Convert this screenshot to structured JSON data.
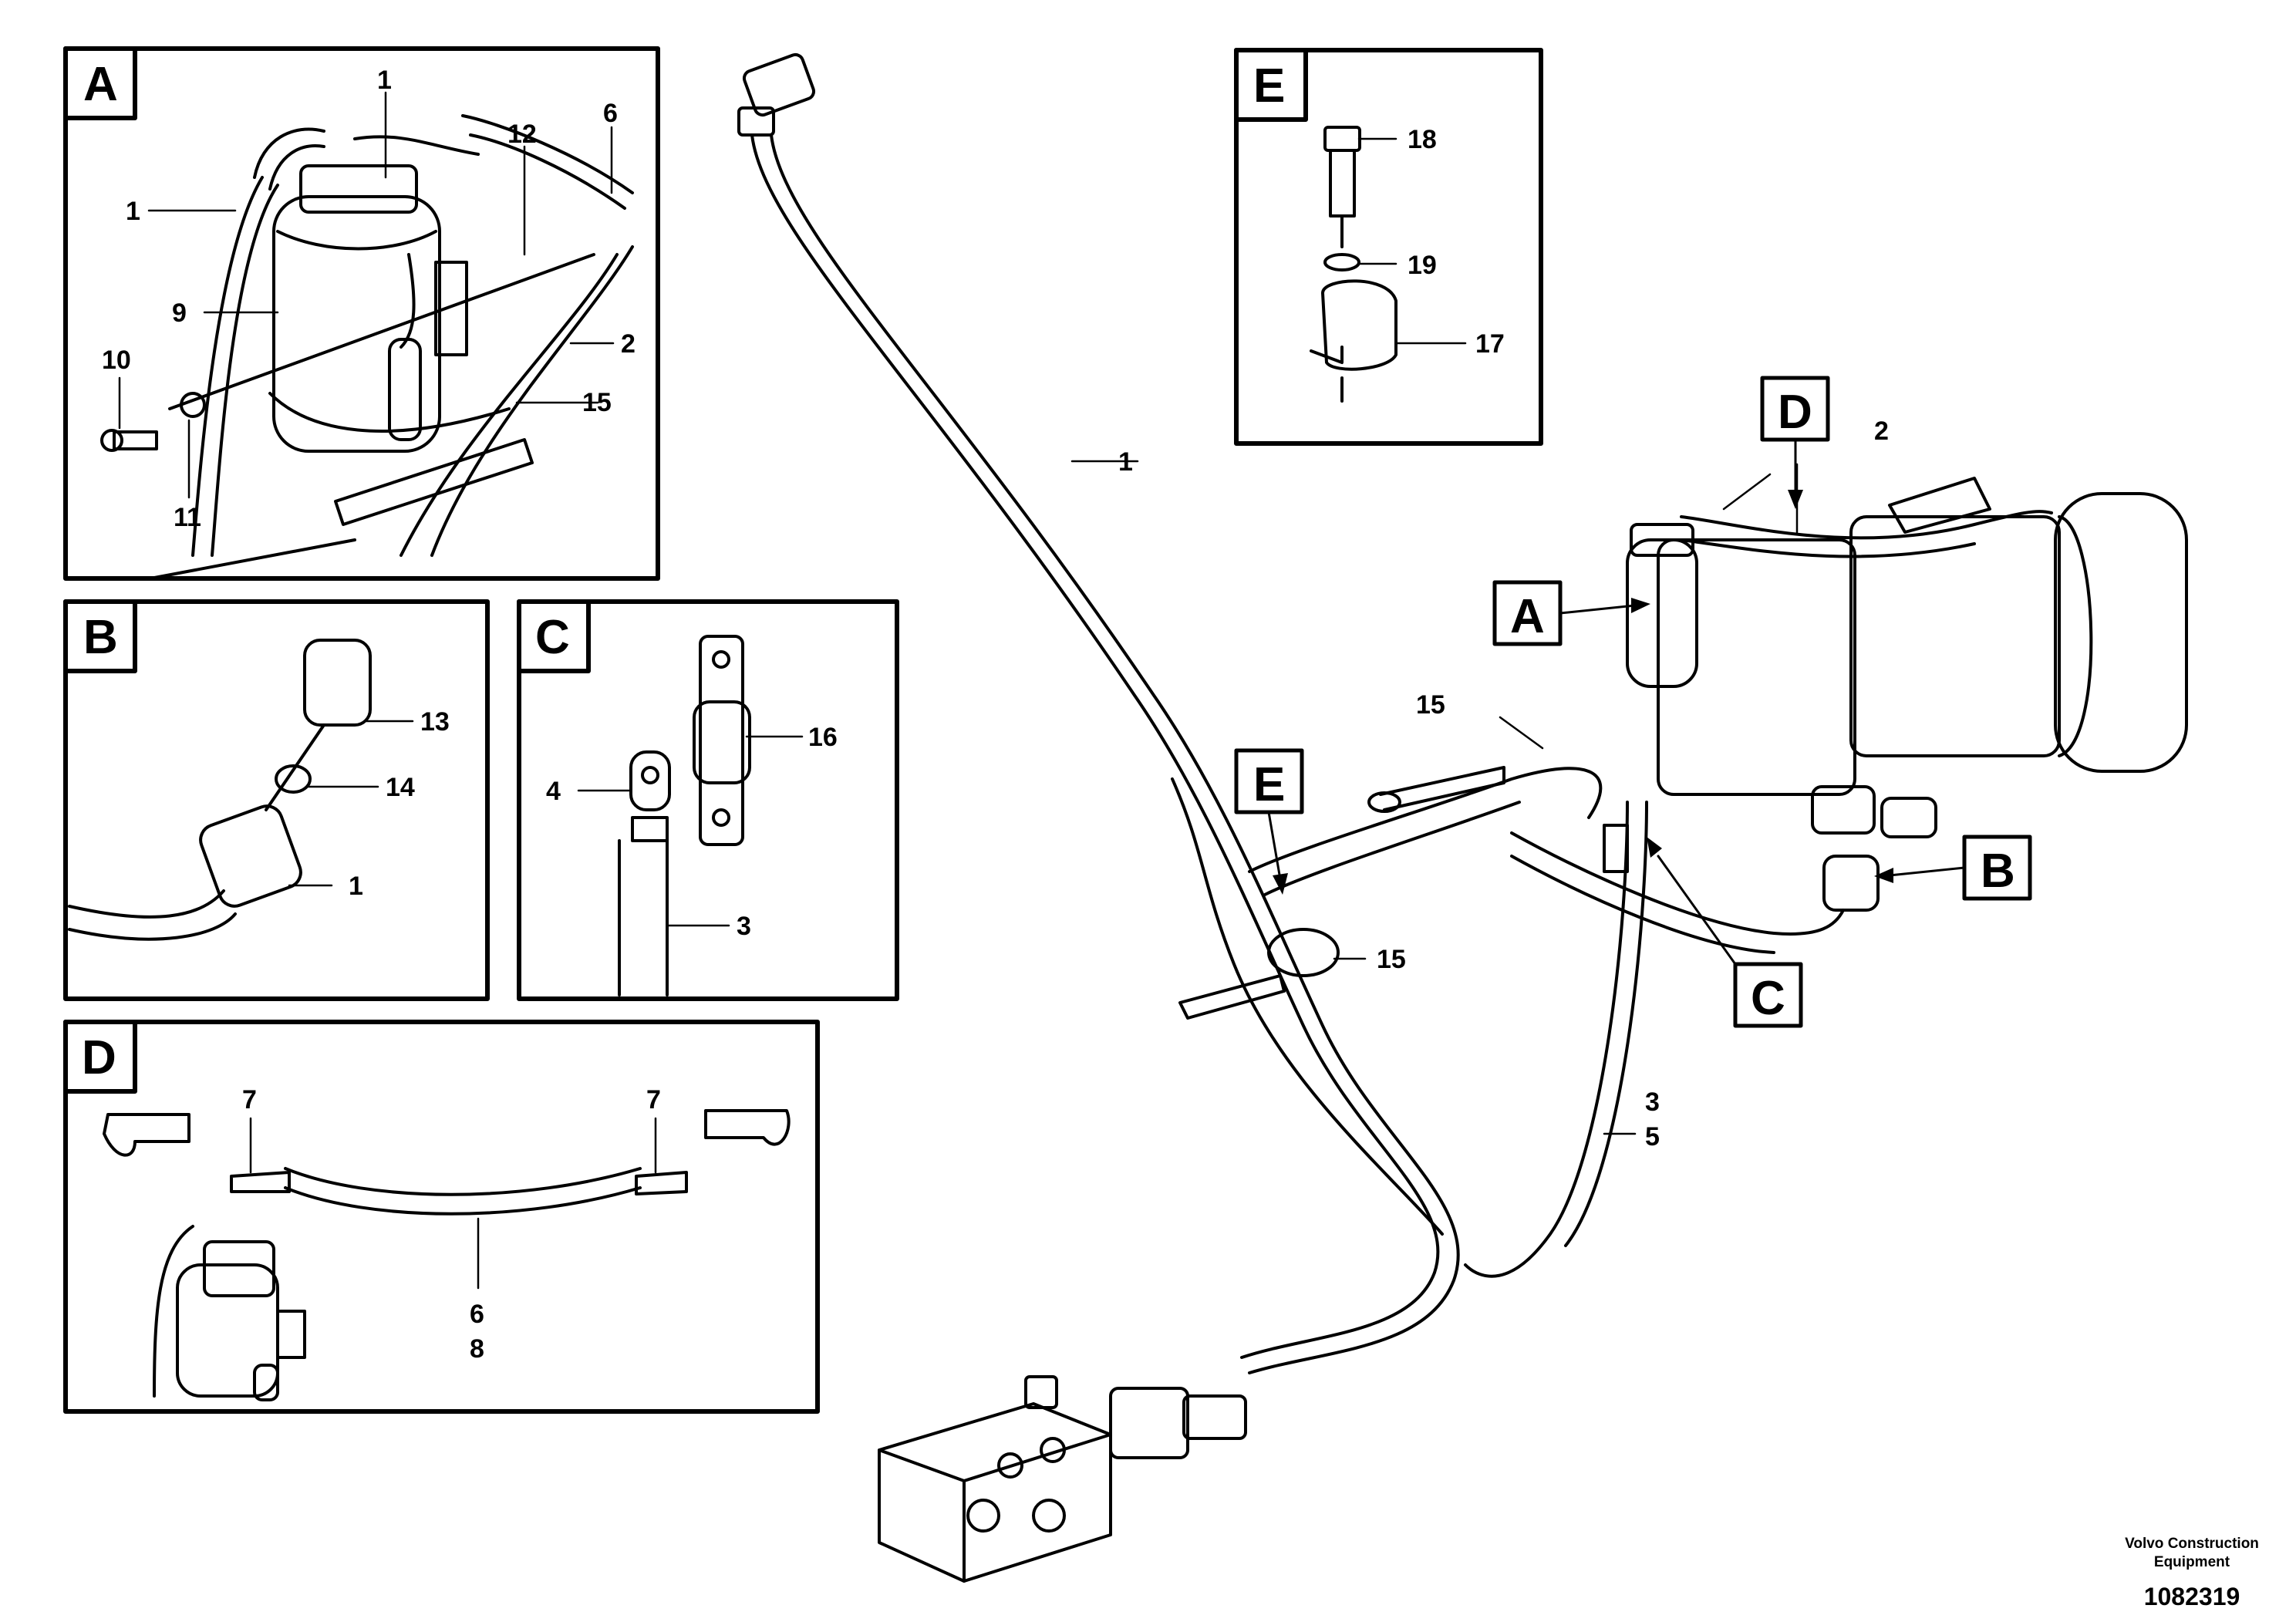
{
  "panels": [
    {
      "letter": "A",
      "callouts": [
        "1",
        "1",
        "12",
        "6",
        "9",
        "2",
        "10",
        "15",
        "11"
      ]
    },
    {
      "letter": "B",
      "callouts": [
        "13",
        "14",
        "1"
      ]
    },
    {
      "letter": "C",
      "callouts": [
        "16",
        "4",
        "3"
      ]
    },
    {
      "letter": "D",
      "callouts": [
        "7",
        "7",
        "6",
        "8"
      ]
    },
    {
      "letter": "E",
      "callouts": [
        "18",
        "19",
        "17"
      ]
    }
  ],
  "main": {
    "callouts": [
      "1",
      "2",
      "15",
      "15",
      "3",
      "5"
    ],
    "detail_markers": [
      "D",
      "A",
      "E",
      "B",
      "C"
    ]
  },
  "footer": {
    "brand_line1": "Volvo Construction",
    "brand_line2": "Equipment",
    "doc_number": "1082319"
  }
}
